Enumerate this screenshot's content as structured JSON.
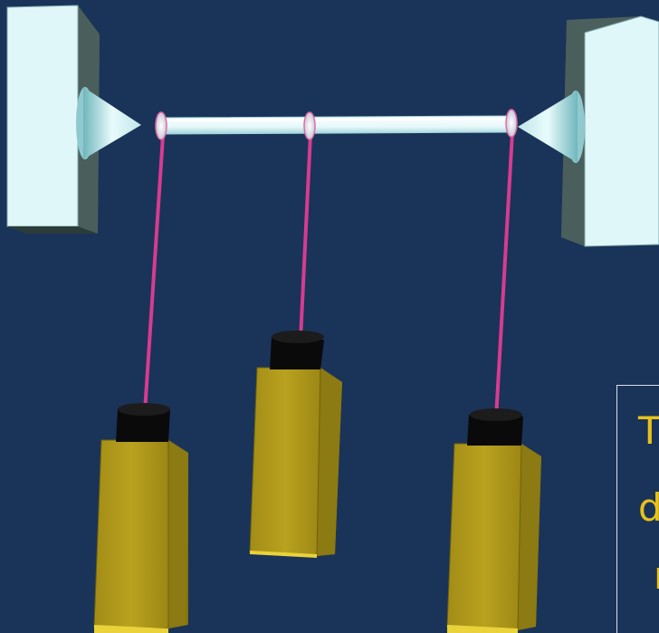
{
  "caption": {
    "line1": "T",
    "line2": "d",
    "line3": "r"
  },
  "colors": {
    "background": "#1a3359",
    "laser_beam": "#d63c8f",
    "camera_body": "#b59e1c",
    "camera_lens": "#0a0a0a",
    "electrode": "#dff7f9",
    "filament": "#e9f9fb",
    "caption_text": "#e8c21a"
  }
}
